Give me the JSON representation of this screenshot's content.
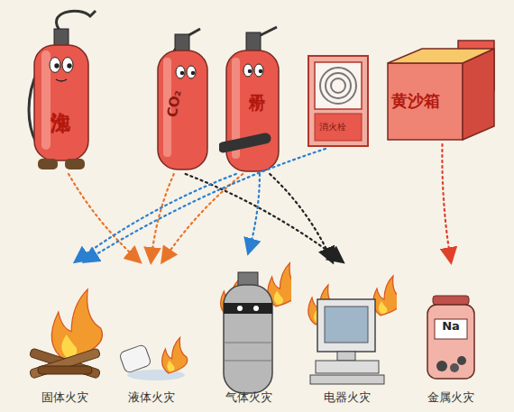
{
  "diagram": {
    "nodes": [
      {
        "text": [
          "泡沫"
        ]
      },
      {
        "text": [
          "CO₂"
        ]
      },
      {
        "text": [
          "干粉"
        ]
      },
      {
        "text": [
          "消火栓"
        ]
      },
      {
        "text": [
          "黄沙箱"
        ]
      },
      {
        "text": [
          "固体火灾"
        ]
      },
      {
        "text": [
          "液体火灾"
        ]
      },
      {
        "text": [
          "气体火灾"
        ]
      },
      {
        "text": [
          "电器火灾"
        ]
      },
      {
        "text": [
          "金属火灾"
        ]
      }
    ],
    "edges": [
      {
        "from": 0,
        "to": 6,
        "arrow": "to"
      },
      {
        "from": 1,
        "to": 6,
        "arrow": "to"
      },
      {
        "from": 1,
        "to": 8,
        "arrow": "to"
      },
      {
        "from": 2,
        "to": 5,
        "arrow": "to"
      },
      {
        "from": 2,
        "to": 6,
        "arrow": "to"
      },
      {
        "from": 2,
        "to": 7,
        "arrow": "to"
      },
      {
        "from": 2,
        "to": 8,
        "arrow": "to"
      },
      {
        "from": 3,
        "to": 5,
        "arrow": "to"
      },
      {
        "from": 4,
        "to": 9,
        "arrow": "to"
      }
    ],
    "labels": [
      "Na"
    ]
  }
}
